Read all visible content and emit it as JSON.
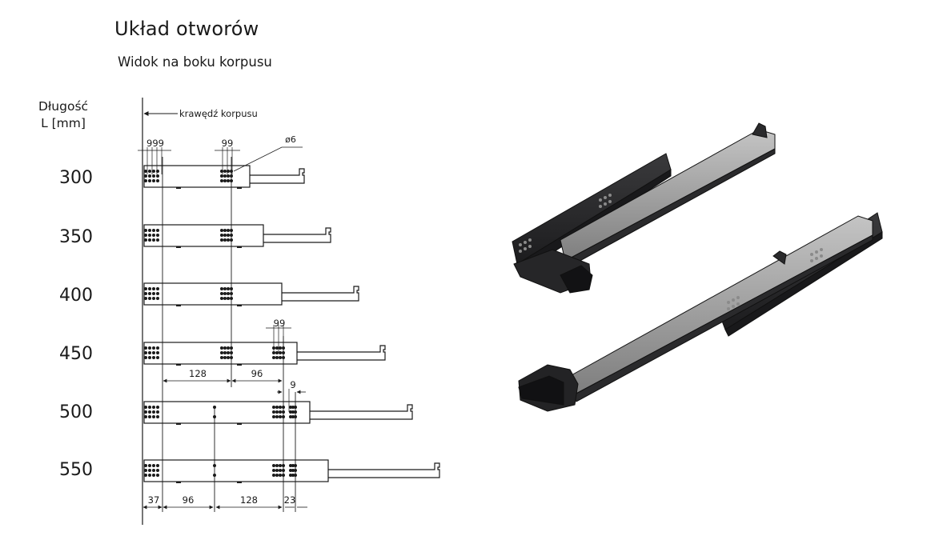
{
  "title": "Układ otworów",
  "subtitle": "Widok na boku korpusu",
  "length_header": {
    "line1": "Długość",
    "line2": "L [mm]"
  },
  "edge_label": "krawędź korpusu",
  "lengths": [
    "300",
    "350",
    "400",
    "450",
    "500",
    "550"
  ],
  "dimensions": {
    "top_pitch_left": "999",
    "top_pitch_right": "99",
    "diameter": "ø6",
    "pitch_450": "99",
    "span_128": "128",
    "span_96": "96",
    "offset_9": "9",
    "bottom_37": "37",
    "bottom_96": "96",
    "bottom_128": "128",
    "bottom_23": "23"
  },
  "colors": {
    "ink": "#1a1a1a",
    "rail_dark": "#2b2b2d",
    "rail_light": "#9a9a9a"
  },
  "icons": [
    "drawer-slide-illustration"
  ]
}
